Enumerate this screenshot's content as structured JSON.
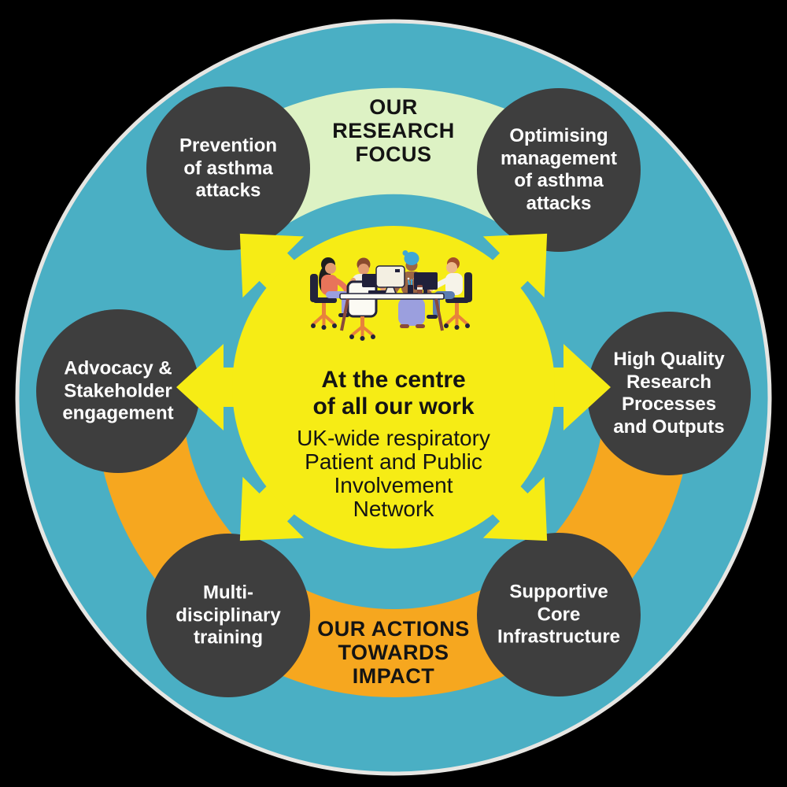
{
  "colors": {
    "background": "#000000",
    "outer_circle": "#4AAFC4",
    "outer_ring": "#E6E6E3",
    "research_band": "#DDF2C4",
    "actions_band": "#F6A71F",
    "node_circle": "#3E3E3E",
    "node_text": "#FFFFFF",
    "center_circle": "#F6EC15",
    "center_text": "#141414"
  },
  "bands": {
    "research": {
      "lines": [
        "OUR",
        "RESEARCH",
        "FOCUS"
      ]
    },
    "actions": {
      "lines": [
        "OUR ACTIONS",
        "TOWARDS",
        "IMPACT"
      ]
    }
  },
  "nodes": {
    "prevention": {
      "lines": [
        "Prevention",
        "of asthma",
        "attacks"
      ]
    },
    "optimising": {
      "lines": [
        "Optimising",
        "management",
        "of asthma",
        "attacks"
      ]
    },
    "advocacy": {
      "lines": [
        "Advocacy &",
        "Stakeholder",
        "engagement"
      ]
    },
    "high_quality": {
      "lines": [
        "High Quality",
        "Research",
        "Processes",
        "and Outputs"
      ]
    },
    "training": {
      "lines": [
        "Multi-",
        "disciplinary",
        "training"
      ]
    },
    "infrastructure": {
      "lines": [
        "Supportive",
        "Core",
        "Infrastructure"
      ]
    }
  },
  "center": {
    "illustration": "team-meeting",
    "heading_lines": [
      "At the centre",
      "of all our work"
    ],
    "body_lines": [
      "UK-wide respiratory",
      "Patient and Public",
      "Involvement",
      "Network"
    ]
  }
}
